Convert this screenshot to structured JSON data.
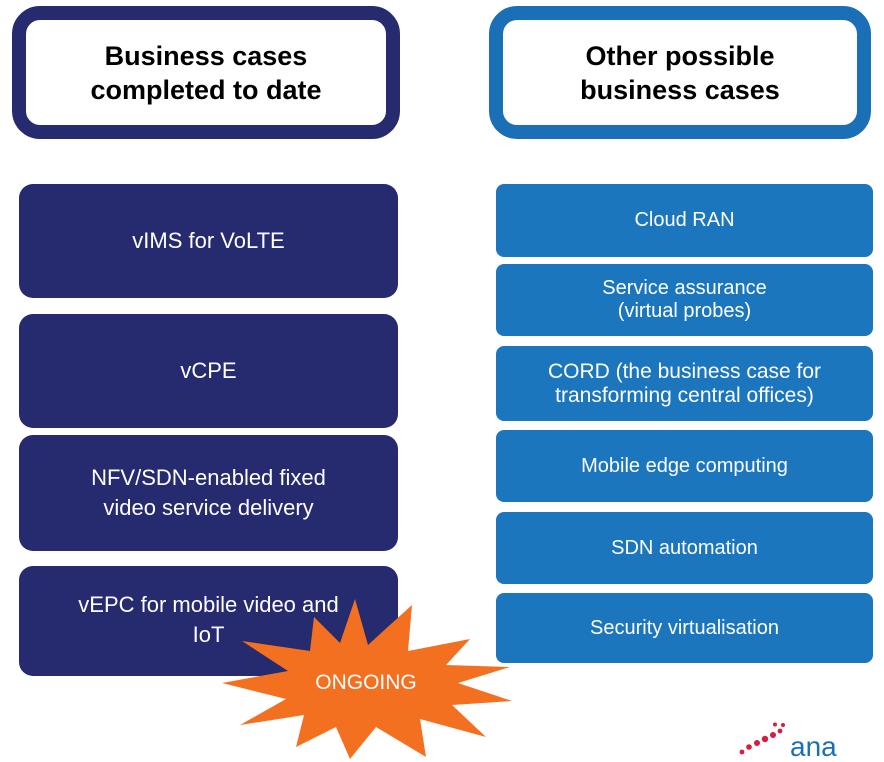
{
  "left_column": {
    "header_lines": [
      "Business cases",
      "completed to date"
    ],
    "cards": [
      {
        "lines": [
          "vIMS for VoLTE"
        ]
      },
      {
        "lines": [
          "vCPE"
        ]
      },
      {
        "lines": [
          "NFV/SDN-enabled fixed",
          "video service delivery"
        ]
      },
      {
        "lines": [
          "vEPC for mobile video and",
          "IoT"
        ]
      }
    ],
    "color": "#262A6E"
  },
  "right_column": {
    "header_lines": [
      "Other possible",
      "business cases"
    ],
    "cards": [
      {
        "lines": [
          "Cloud RAN"
        ]
      },
      {
        "lines": [
          "Service assurance",
          "(virtual probes)"
        ]
      },
      {
        "lines": [
          "CORD (the business case for",
          "transforming central offices)"
        ]
      },
      {
        "lines": [
          "Mobile edge computing"
        ]
      },
      {
        "lines": [
          "SDN automation"
        ]
      },
      {
        "lines": [
          "Security virtualisation"
        ]
      }
    ],
    "color": "#1B76BD"
  },
  "burst": {
    "label": "ONGOING",
    "color": "#F37021"
  },
  "logo": {
    "text": "ana",
    "dot_color": "#D71D3B"
  }
}
